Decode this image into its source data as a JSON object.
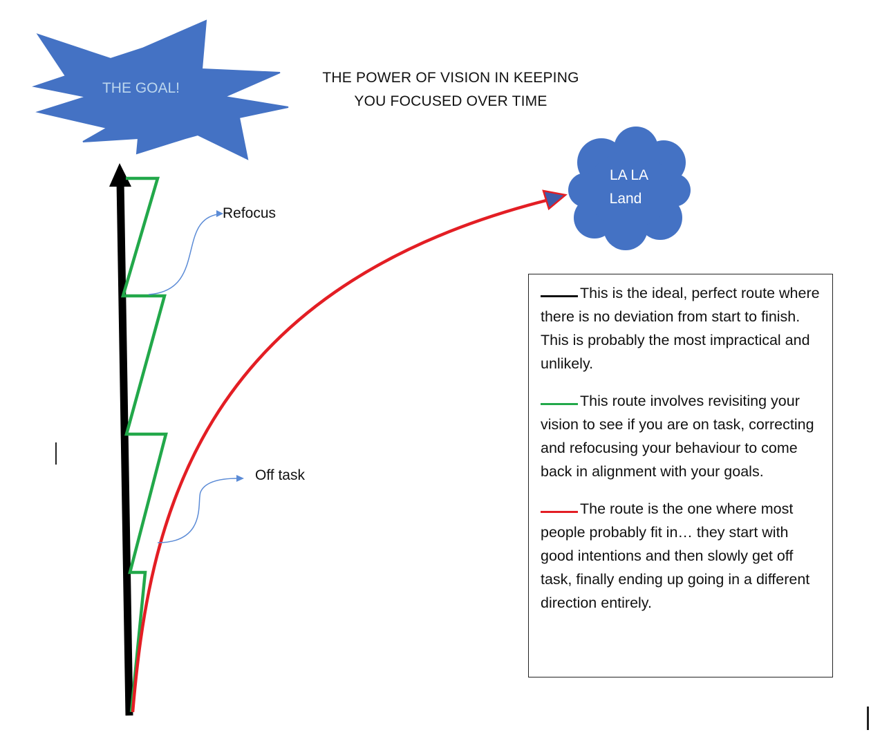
{
  "title": {
    "line1": "THE POWER OF VISION IN KEEPING",
    "line2": "YOU FOCUSED OVER TIME"
  },
  "goal_star": {
    "label": "THE GOAL!",
    "fill": "#4472C4",
    "text_color": "#BDD7EE"
  },
  "cloud": {
    "line1": "LA LA",
    "line2": "Land",
    "fill": "#4472C4",
    "text_color": "#FFFFFF"
  },
  "annotations": {
    "refocus": "Refocus",
    "off_task": "Off task"
  },
  "colors": {
    "ideal": "#000000",
    "refocus_route": "#22A84A",
    "off_route": "#E31E24",
    "annotation_arrow": "#5B8BD6"
  },
  "legend": [
    {
      "id": "ideal",
      "color": "#111111",
      "text": "This is the ideal, perfect route where there is no deviation from start to finish. This is probably the most impractical and unlikely."
    },
    {
      "id": "refocus",
      "color": "#22A84A",
      "text": "This route involves revisiting your vision to see if you are on task, correcting and refocusing your behaviour to come back in alignment with your goals."
    },
    {
      "id": "off",
      "color": "#E31E24",
      "text": "The route is the one where most people probably fit in… they start with good intentions and then slowly get off task, finally ending up going in a different direction entirely."
    }
  ]
}
